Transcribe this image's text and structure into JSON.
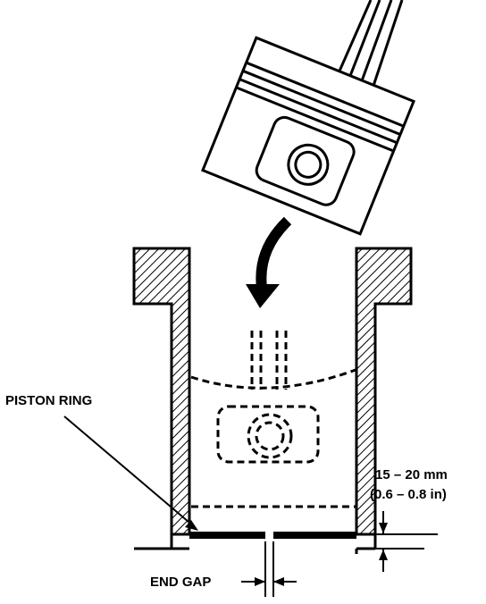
{
  "labels": {
    "piston_ring": "PISTON RING",
    "end_gap": "END GAP",
    "depth_metric": "15 – 20 mm",
    "depth_imperial": "(0.6 – 0.8 in)"
  },
  "colors": {
    "ink": "#000000",
    "paper": "#ffffff"
  }
}
